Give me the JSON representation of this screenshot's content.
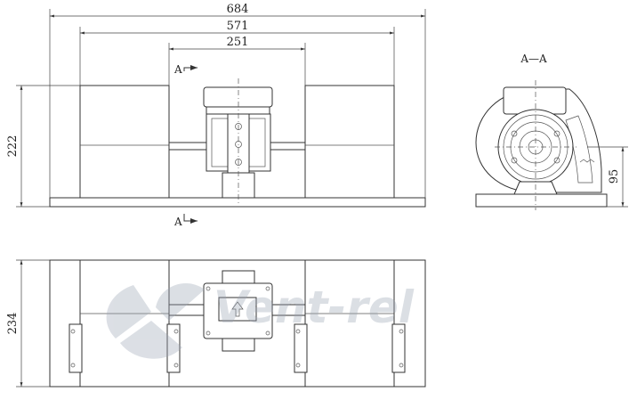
{
  "dimensions": {
    "overall_width": "684",
    "blower_span": "571",
    "motor_width": "251",
    "height": "222",
    "shaft_height": "95",
    "depth": "234"
  },
  "labels": {
    "section_top": "A",
    "section_bottom": "A",
    "section_view": "A—A"
  },
  "watermark": {
    "text": "Vent-rel"
  }
}
